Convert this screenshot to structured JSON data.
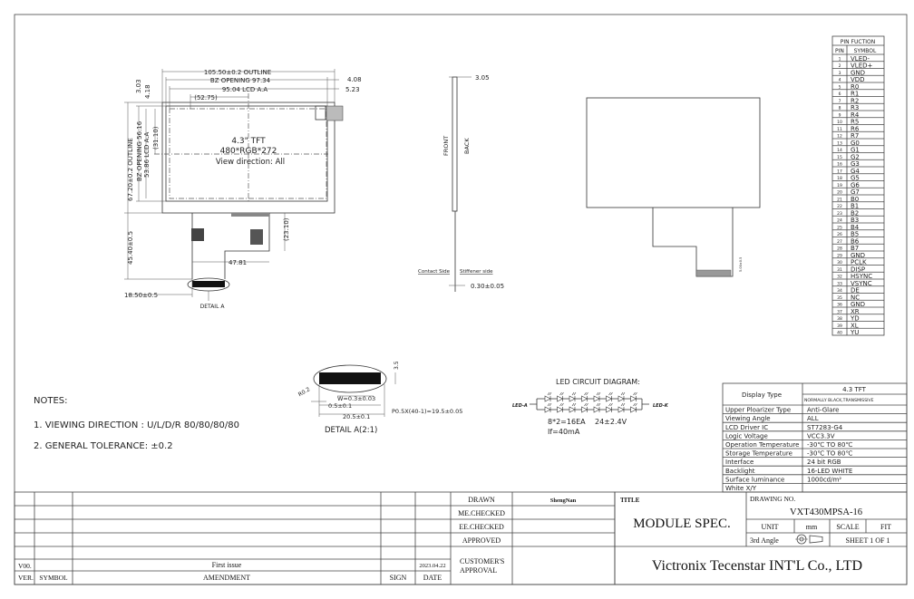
{
  "drawing": {
    "panel_label": "4.3\" TFT",
    "resolution_label": "480*RGB*272",
    "view_direction": "View direction:  All",
    "detail_a_label": "DETAIL A",
    "dimensions": {
      "outline_width": "105.50±0.2 OUTLINE",
      "bz_opening_w": "BZ OPENING 97.34",
      "lcd_aa_w": "95.04 LCD A.A",
      "half_w": "(52.75)",
      "d408": "4.08",
      "d523": "5.23",
      "d303": "3.03",
      "d418": "4.18",
      "outline_height": "67.20±0.2 OUTLINE",
      "bz_opening_h": "BZ OPENING 56.16",
      "lcd_aa_h": "53.86 LCD A.A",
      "half_h": "(31.10)",
      "fpc_len": "45.40±0.5",
      "fpc_offset": "18.50±0.5",
      "fpc_w": "47.81",
      "d2310": "(23.10)",
      "thickness": "3.05",
      "fpc_thick": "0.30±0.05",
      "front": "FRONT",
      "back": "BACK",
      "contact_side": "Contact Side",
      "stiffener_side": "Stiffener side",
      "rear_dim": "5.00±0.5"
    },
    "detail_a2": {
      "title": "DETAIL A(2:1)",
      "r02": "R0.2",
      "d35": "3.5",
      "w": "W=0.3±0.03",
      "d05": "0.5±0.1",
      "pitch": "P0.5X(40-1)=19.5±0.05",
      "total": "20.5±0.1"
    },
    "led": {
      "title": "LED CIRCUIT DIAGRAM:",
      "anode": "LED-A",
      "cathode": "LED-K",
      "count": "8*2=16EA",
      "voltage": "24±2.4V",
      "current": "If=40mA",
      "leds_per_row": 8
    }
  },
  "notes": {
    "title": "NOTES:",
    "items": [
      "1. VIEWING DIRECTION : U/L/D/R 80/80/80/80",
      "2. GENERAL TOLERANCE: ±0.2"
    ]
  },
  "pin_table": {
    "title": "PIN FUCTION",
    "col_pin": "PIN",
    "col_symbol": "SYMBOL",
    "pins": [
      "VLED-",
      "VLED+",
      "GND",
      "VDD",
      "R0",
      "R1",
      "R2",
      "R3",
      "R4",
      "R5",
      "R6",
      "R7",
      "G0",
      "G1",
      "G2",
      "G3",
      "G4",
      "G5",
      "G6",
      "G7",
      "B0",
      "B1",
      "B2",
      "B3",
      "B4",
      "B5",
      "B6",
      "B7",
      "GND",
      "PCLK",
      "DISP",
      "HSYNC",
      "VSYNC",
      "DE",
      "NC",
      "GND",
      "XR",
      "YD",
      "XL",
      "YU"
    ]
  },
  "spec_table": {
    "display_type_label": "Display Type",
    "display_type_1": "4.3 TFT",
    "display_type_2": "NORMALLY BLACK,TRANSMISSIVE",
    "rows": [
      {
        "label": "Upper Ploarizer Type",
        "value": "Anti-Glare"
      },
      {
        "label": "Viewing Angle",
        "value": "ALL"
      },
      {
        "label": "LCD Driver IC",
        "value": "ST7283-G4"
      },
      {
        "label": "Logic Voltage",
        "value": "VCC3.3V"
      },
      {
        "label": "Operation Temperature",
        "value": "-30℃ TO 80℃"
      },
      {
        "label": "Storage Temperature",
        "value": "-30℃ TO 80℃"
      },
      {
        "label": "Interface",
        "value": "24 bit RGB"
      },
      {
        "label": "Backlight",
        "value": "16-LED WHITE"
      },
      {
        "label": "Surface luminance",
        "value": "1000cd/m²"
      },
      {
        "label": "White X/Y",
        "value": ""
      }
    ]
  },
  "revision_block": {
    "ver_header": "VER.",
    "symbol_header": "SYMBOL",
    "amendment_header": "AMENDMENT",
    "sign_header": "SIGN",
    "date_header": "DATE",
    "entry": {
      "ver": "V00.",
      "amendment": "First issue",
      "date": "2023.04.22"
    },
    "drawn_label": "DRAWN",
    "drawn_value": "ShengNan",
    "me_checked": "ME.CHECKED",
    "ee_checked": "EE.CHECKED",
    "approved": "APPROVED",
    "customer_approval_1": "CUSTOMER'S",
    "customer_approval_2": "APPROVAL"
  },
  "title_block": {
    "title_label": "TITLE",
    "title": "MODULE  SPEC.",
    "drawing_no_label": "DRAWING  NO.",
    "drawing_no": "VXT430MPSA-16",
    "unit_label": "UNIT",
    "unit": "mm",
    "scale_label": "SCALE",
    "scale": "FIT",
    "projection": "3rd Angle",
    "sheet": "SHEET  1  OF  1",
    "company": "Victronix Tecenstar INT'L Co., LTD"
  }
}
